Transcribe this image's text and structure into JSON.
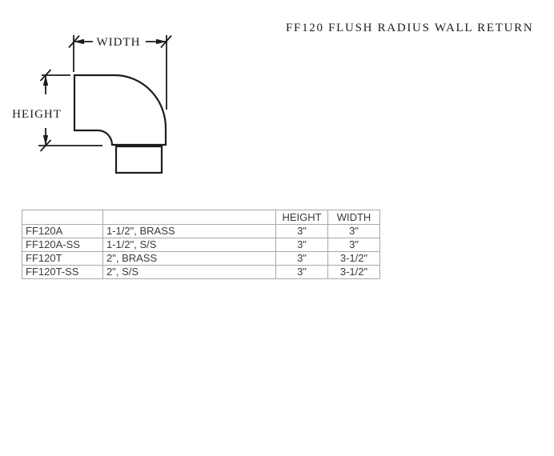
{
  "header": {
    "title": "FF120 FLUSH RADIUS WALL RETURN"
  },
  "diagram": {
    "description": "elbow-fitting-dimension-drawing",
    "width_label": "WIDTH",
    "height_label": "HEIGHT",
    "line_color": "#1c1c1c"
  },
  "table": {
    "border_color": "#a8a8a8",
    "columns": [
      "",
      "",
      "HEIGHT",
      "WIDTH"
    ],
    "rows": [
      {
        "part": "FF120A",
        "description": "1-1/2\", BRASS",
        "height": "3\"",
        "width": "3\""
      },
      {
        "part": "FF120A-SS",
        "description": "1-1/2\", S/S",
        "height": "3\"",
        "width": "3\""
      },
      {
        "part": "FF120T",
        "description": "2\", BRASS",
        "height": "3\"",
        "width": "3-1/2\""
      },
      {
        "part": "FF120T-SS",
        "description": "2\", S/S",
        "height": "3\"",
        "width": "3-1/2\""
      }
    ]
  }
}
